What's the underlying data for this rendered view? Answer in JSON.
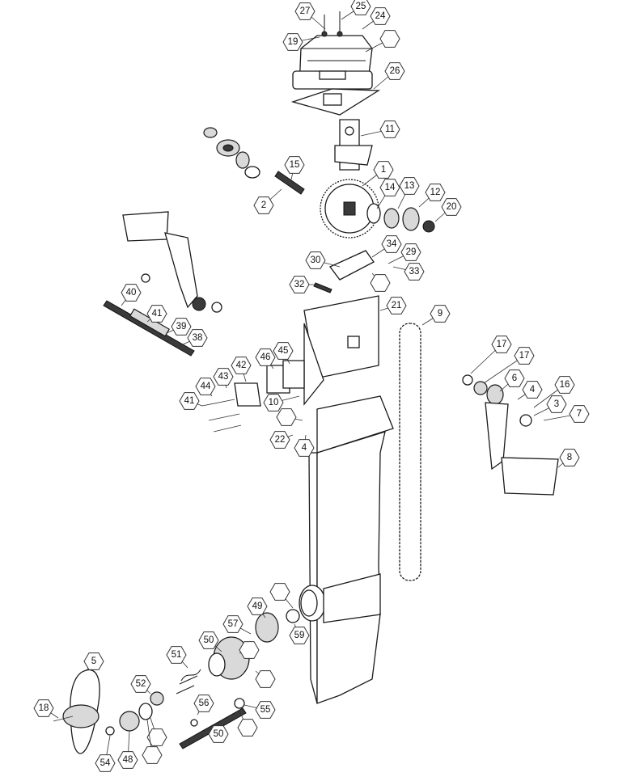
{
  "callouts": [
    {
      "text": "27"
    },
    {
      "text": "25"
    },
    {
      "text": "24"
    },
    {
      "text": "19"
    },
    {
      "text": ""
    },
    {
      "text": "26"
    },
    {
      "text": "11"
    },
    {
      "text": "15"
    },
    {
      "text": "2"
    },
    {
      "text": "1"
    },
    {
      "text": "14"
    },
    {
      "text": "13"
    },
    {
      "text": "12"
    },
    {
      "text": "20"
    },
    {
      "text": "30"
    },
    {
      "text": "34"
    },
    {
      "text": "29"
    },
    {
      "text": "33"
    },
    {
      "text": "32"
    },
    {
      "text": ""
    },
    {
      "text": "21"
    },
    {
      "text": "9"
    },
    {
      "text": "40"
    },
    {
      "text": "41"
    },
    {
      "text": "39"
    },
    {
      "text": "38"
    },
    {
      "text": "46"
    },
    {
      "text": "45"
    },
    {
      "text": "42"
    },
    {
      "text": "43"
    },
    {
      "text": "44"
    },
    {
      "text": "41"
    },
    {
      "text": "10"
    },
    {
      "text": ""
    },
    {
      "text": "22"
    },
    {
      "text": "4"
    },
    {
      "text": "17"
    },
    {
      "text": "17"
    },
    {
      "text": "6"
    },
    {
      "text": "4"
    },
    {
      "text": "16"
    },
    {
      "text": "3"
    },
    {
      "text": "7"
    },
    {
      "text": "8"
    },
    {
      "text": ""
    },
    {
      "text": "49"
    },
    {
      "text": "59"
    },
    {
      "text": "57"
    },
    {
      "text": "50"
    },
    {
      "text": ""
    },
    {
      "text": ""
    },
    {
      "text": "51"
    },
    {
      "text": "5"
    },
    {
      "text": "52"
    },
    {
      "text": "18"
    },
    {
      "text": "56"
    },
    {
      "text": "55"
    },
    {
      "text": ""
    },
    {
      "text": "50"
    },
    {
      "text": ""
    },
    {
      "text": "54"
    },
    {
      "text": "48"
    },
    {
      "text": ""
    }
  ]
}
